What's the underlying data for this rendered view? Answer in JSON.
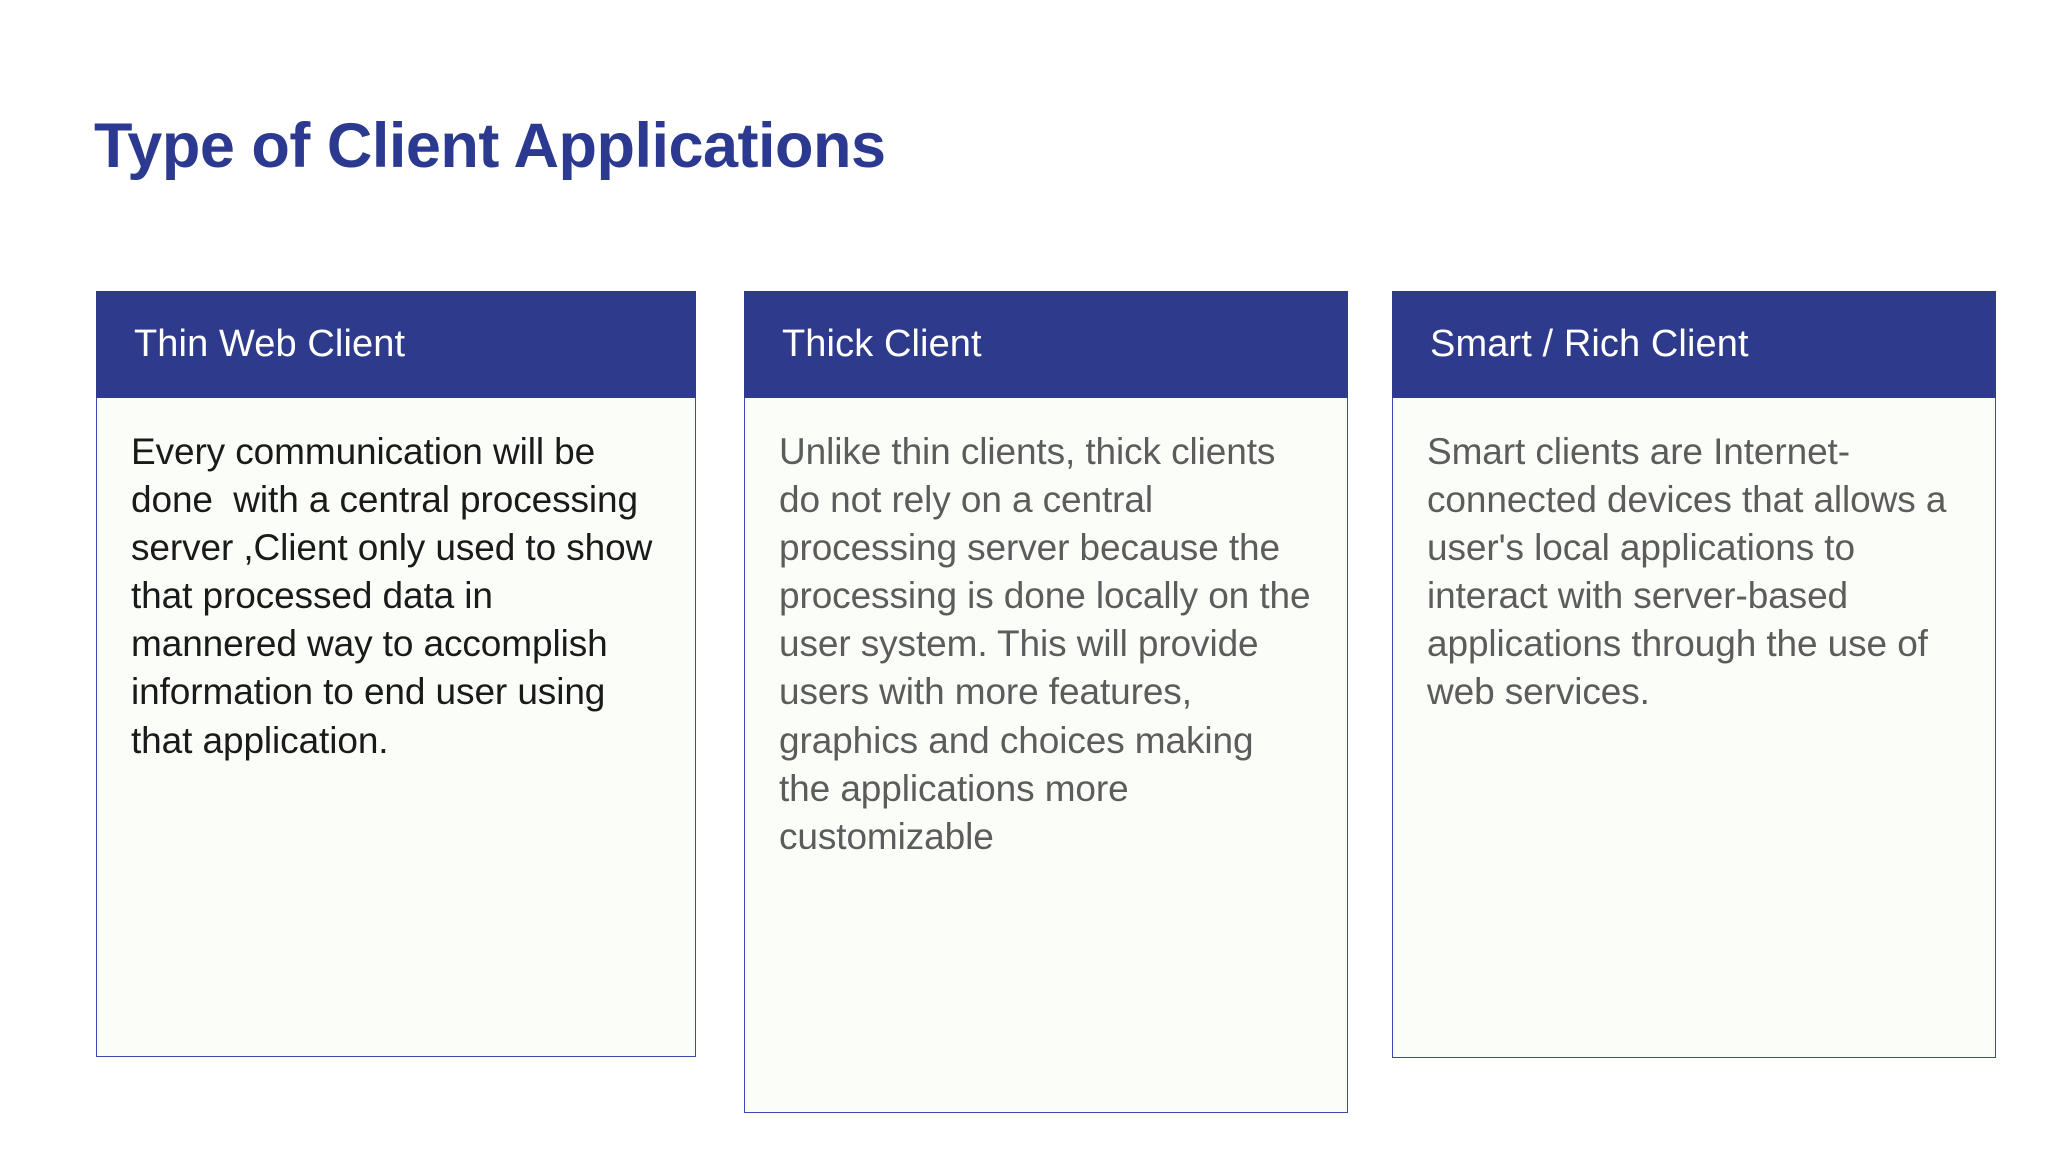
{
  "slide": {
    "title": "Type of Client Applications",
    "title_color": "#2b3990",
    "background_color": "#ffffff",
    "header_band_color": "#2e3a8c",
    "card_border_color": "#3b4ba8",
    "card_body_color": "#fbfdf9"
  },
  "cards": [
    {
      "header": "Thin Web Client",
      "body": "Every communication will be done  with a central processing server ,Client only used to show that processed data in mannered way to accomplish information to end user using that application.",
      "text_color": "#1a1a1a"
    },
    {
      "header": "Thick Client",
      "body": "Unlike thin clients, thick clients do not rely on a central processing server because the processing is done locally on the user system. This will provide users with more features, graphics and choices making the applications more customizable ",
      "text_color": "#5c5c5c"
    },
    {
      "header": "Smart / Rich Client",
      "body": "Smart clients are Internet-connected devices that allows a user's local applications to interact with server-based applications through the use of web services.",
      "text_color": "#5c5c5c"
    }
  ]
}
